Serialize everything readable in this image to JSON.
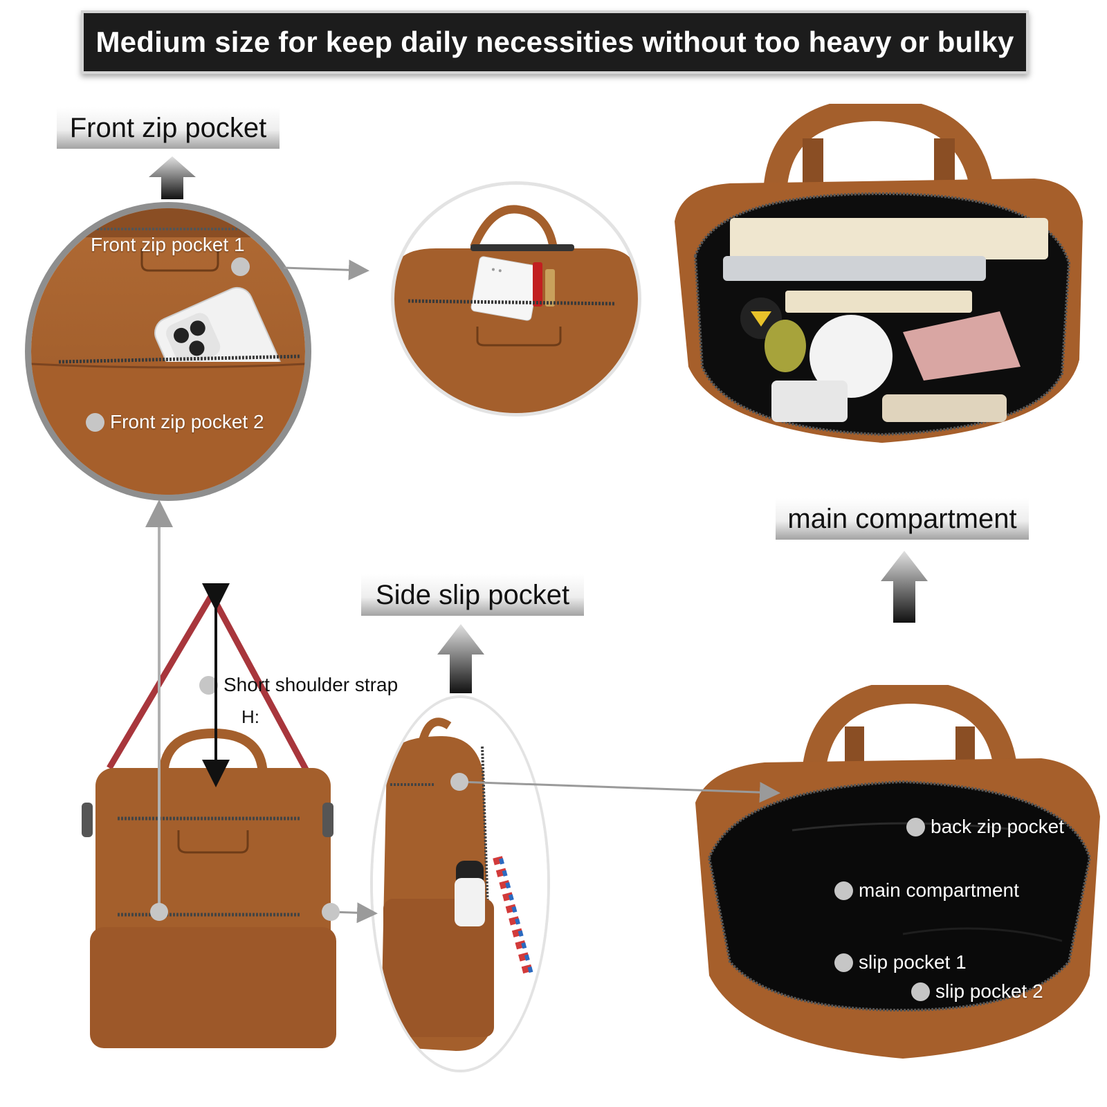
{
  "banner": {
    "text": "Medium size for keep daily necessities without too heavy or bulky"
  },
  "sections": {
    "front_zip_pocket": "Front zip pocket",
    "main_compartment": "main compartment",
    "side_slip_pocket": "Side slip pocket"
  },
  "callouts": {
    "front_zip_pocket_1": "Front zip pocket 1",
    "front_zip_pocket_2": "Front zip pocket 2",
    "short_shoulder_strap": "Short shoulder strap",
    "height_label": "H:",
    "back_zip_pocket": "back zip pocket",
    "main_compartment": "main compartment",
    "slip_pocket_1": "slip pocket 1",
    "slip_pocket_2": "slip pocket 2"
  },
  "colors": {
    "leather": "#a45f2c",
    "leather_dark": "#7e4520",
    "banner_bg": "#1c1c1c",
    "dot": "#c6c6c6",
    "strap": "#a8363c"
  }
}
